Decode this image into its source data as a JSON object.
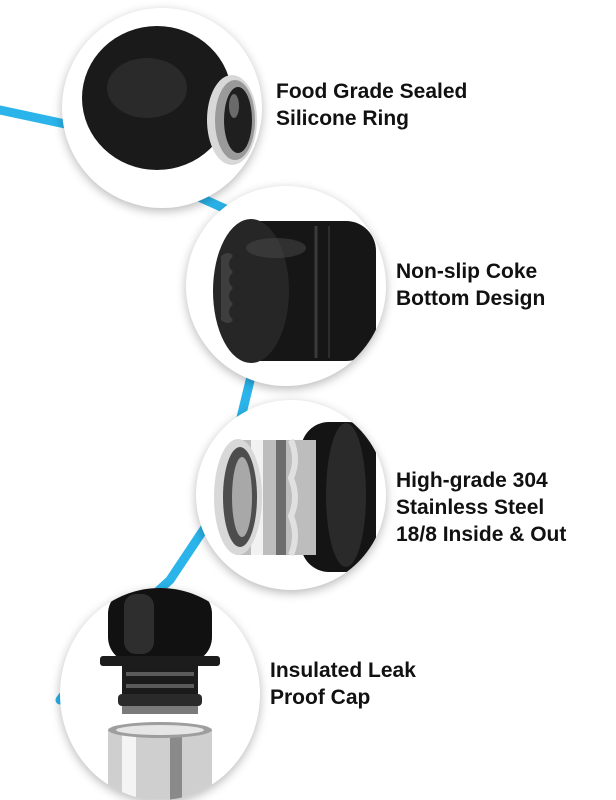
{
  "accent_color": "#2ab4ea",
  "features": [
    {
      "lines": [
        "Food Grade Sealed",
        "Silicone Ring"
      ],
      "icon": "lid-seal-ring-icon"
    },
    {
      "lines": [
        "Non-slip Coke",
        "Bottom Design"
      ],
      "icon": "grooved-base-icon"
    },
    {
      "lines": [
        "High-grade 304",
        "Stainless Steel",
        "18/8 Inside & Out"
      ],
      "icon": "steel-thread-icon"
    },
    {
      "lines": [
        "Insulated Leak",
        "Proof Cap"
      ],
      "icon": "cap-and-neck-icon"
    }
  ]
}
